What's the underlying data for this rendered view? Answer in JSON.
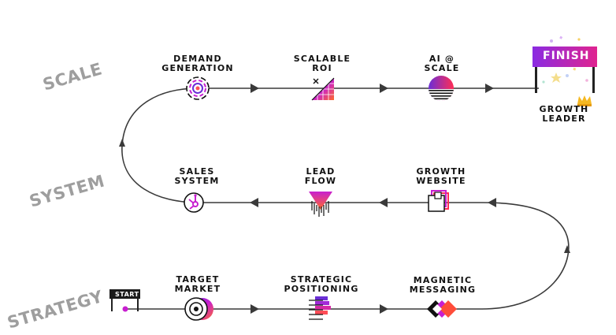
{
  "stages": [
    {
      "name": "SCALE"
    },
    {
      "name": "SYSTEM"
    },
    {
      "name": "STRATEGY"
    }
  ],
  "steps": [
    {
      "label": "TARGET\nMARKET",
      "icon": "target-icon"
    },
    {
      "label": "STRATEGIC\nPOSITIONING",
      "icon": "stacked-bars-icon"
    },
    {
      "label": "MAGNETIC\nMESSAGING",
      "icon": "diamond-chevrons-icon"
    },
    {
      "label": "GROWTH\nWEBSITE",
      "icon": "overlapping-squares-icon"
    },
    {
      "label": "LEAD\nFLOW",
      "icon": "funnel-icon"
    },
    {
      "label": "SALES\nSYSTEM",
      "icon": "hubspot-sprocket-icon"
    },
    {
      "label": "DEMAND\nGENERATION",
      "icon": "concentric-rings-icon"
    },
    {
      "label": "SCALABLE\nROI",
      "icon": "triangle-grid-icon"
    },
    {
      "label": "AI @\nSCALE",
      "icon": "striped-sphere-icon"
    }
  ],
  "start": {
    "label": "START"
  },
  "finish": {
    "label": "FINISH",
    "caption": "GROWTH\nLEADER",
    "icon": "crown-icon"
  },
  "colors": {
    "line": "#3a3a3a",
    "accent_magenta": "#c81fd0",
    "accent_purple": "#6b2fd6",
    "accent_orange": "#ff6a2b",
    "accent_red": "#ff2d55",
    "stage_text": "#9e9e9e"
  }
}
